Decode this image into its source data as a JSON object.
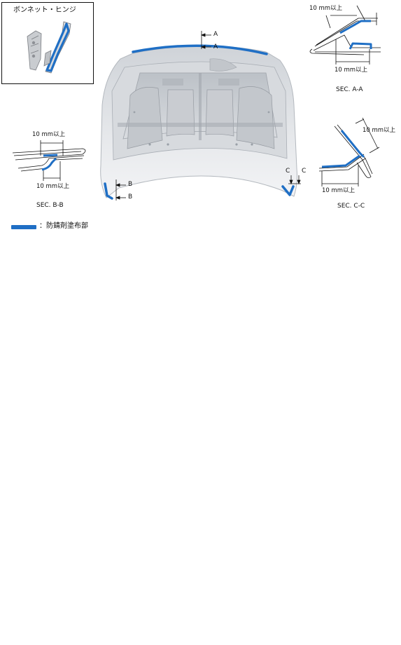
{
  "inset": {
    "title": "ボンネット・ヒンジ"
  },
  "hood_markers": {
    "a_top": "A",
    "a_bottom": "A",
    "b_top": "B",
    "b_bottom": "B",
    "c_left": "C",
    "c_right": "C"
  },
  "section_aa": {
    "dim_top": "10 mm以上",
    "dim_bottom": "10 mm以上",
    "caption": "SEC. A-A"
  },
  "section_bb": {
    "dim_top": "10 mm以上",
    "dim_bottom": "10 mm以上",
    "caption": "SEC. B-B"
  },
  "section_cc": {
    "dim_top": "10 mm以上",
    "dim_bottom": "10 mm以上",
    "caption": "SEC. C-C"
  },
  "legend": {
    "text": "：防錆剤塗布部"
  },
  "colors": {
    "coating": "#1f6fc5",
    "line": "#111111",
    "hood_fill": "#dfe2e6"
  },
  "icons": {
    "hinge": "bonnet-hinge-illustration",
    "hood": "hood-underside-illustration"
  }
}
